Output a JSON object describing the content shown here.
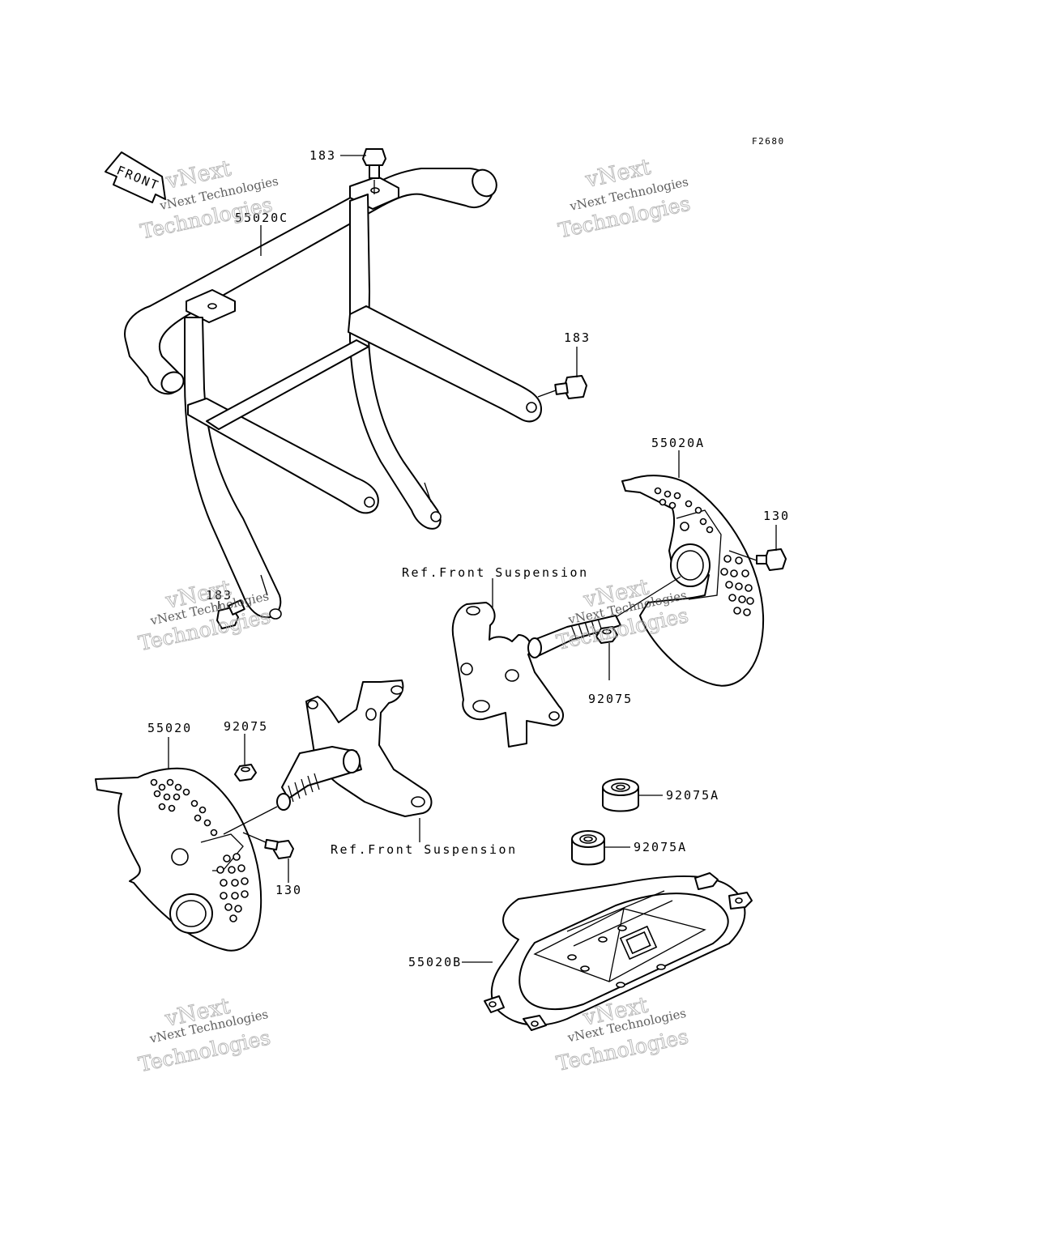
{
  "diagram": {
    "figure_code": "F2680",
    "front_arrow_label": "FRONT",
    "watermark": {
      "line1": "vNext Technologies",
      "line2": "vNext",
      "line3": "Technologies"
    },
    "callouts": {
      "c183_top": "183",
      "c55020C": "55020C",
      "c183_right": "183",
      "c55020A": "55020A",
      "c130_right": "130",
      "ref_front_susp_upper": "Ref.Front Suspension",
      "c183_left": "183",
      "c92075_upper": "92075",
      "c55020": "55020",
      "c92075_lower": "92075",
      "c92075A_upper": "92075A",
      "c92075A_lower": "92075A",
      "ref_front_susp_lower": "Ref.Front Suspension",
      "c130_left": "130",
      "c55020B": "55020B"
    }
  }
}
